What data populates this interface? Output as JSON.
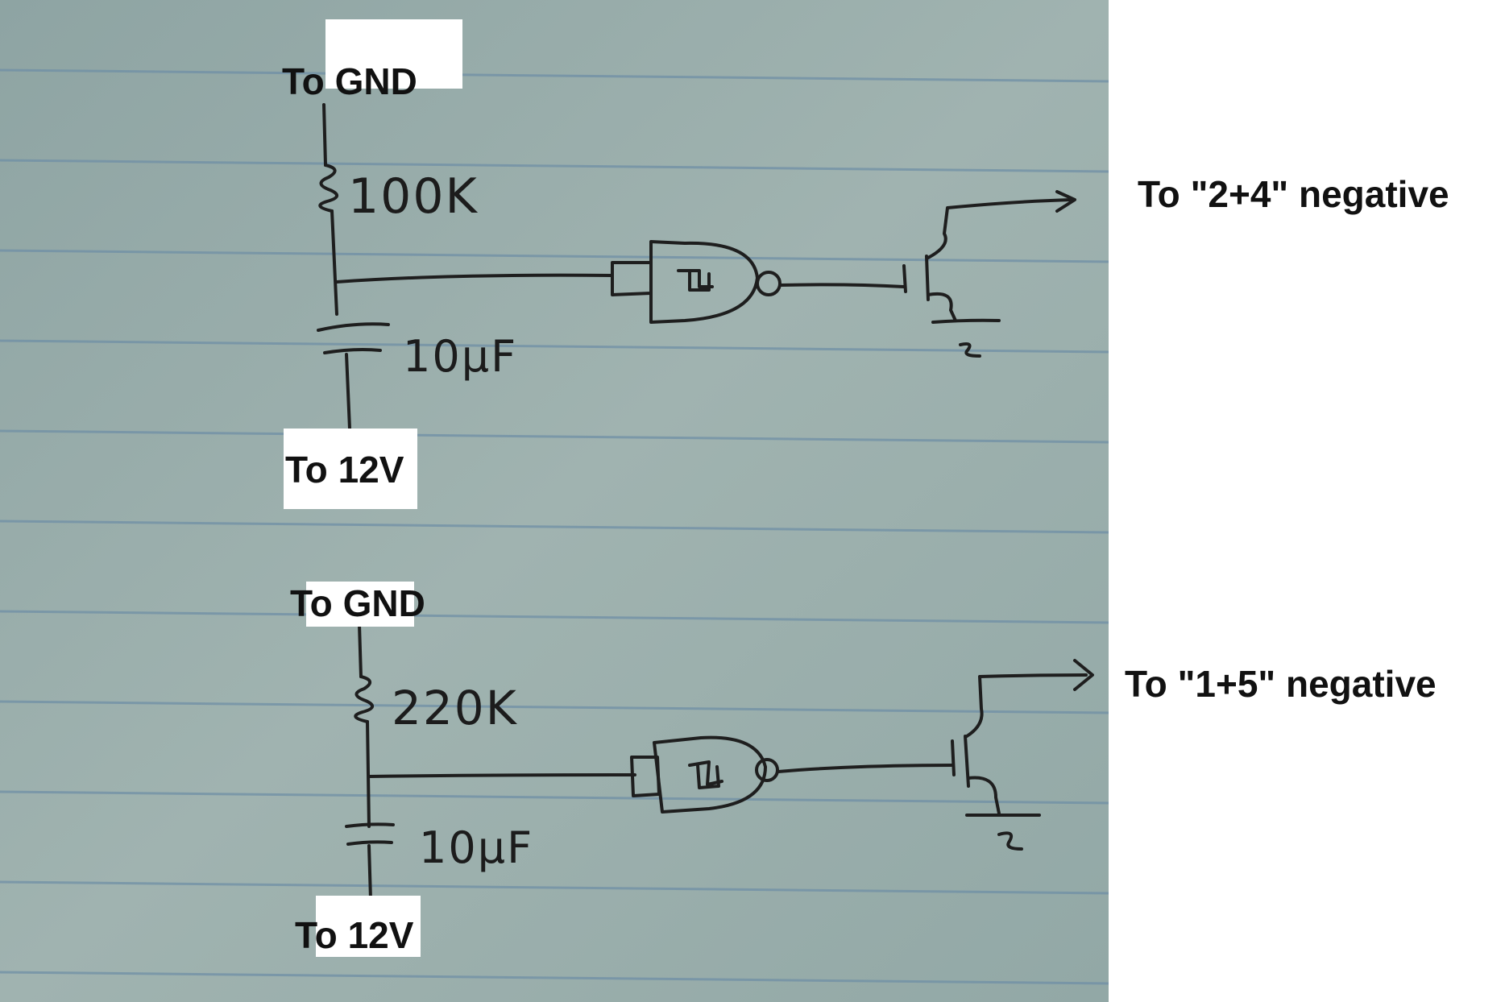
{
  "colors": {
    "paper": "#8fa5a4",
    "paper_light": "#a6b8b5",
    "ruled_line": "#6f8fa6",
    "ink": "#1e1e1e",
    "background": "#ffffff"
  },
  "circuits": [
    {
      "top_label": "To GND",
      "resistor": "100K",
      "capacitor": "10µF",
      "bottom_label": "To 12V",
      "output_label": "To \"2+4\" negative"
    },
    {
      "top_label": "To GND",
      "resistor": "220K",
      "capacitor": "10µF",
      "bottom_label": "To 12V",
      "output_label": "To \"1+5\" negative"
    }
  ]
}
